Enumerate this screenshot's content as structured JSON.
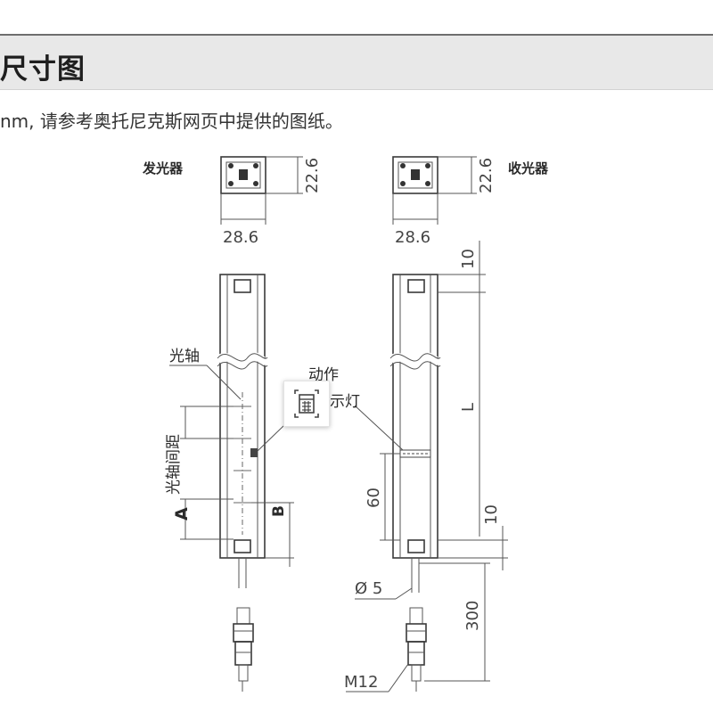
{
  "header": {
    "title": "尺寸图"
  },
  "note": "nm, 请参考奥托尼克斯网页中提供的图纸。",
  "emitter": {
    "label": "发光器",
    "width": "28.6",
    "height": "22.6"
  },
  "receiver": {
    "label": "收光器",
    "width": "28.6",
    "height": "22.6"
  },
  "labels": {
    "optical_axis": "光轴",
    "axis_pitch": "光轴间距",
    "a": "A",
    "b": "B",
    "indicator_1": "动作",
    "indicator_2": "示灯",
    "dim_10_top": "10",
    "dim_L": "L",
    "dim_60": "60",
    "dim_10_bottom": "10",
    "cable_dia": "Ø 5",
    "cable_len": "300",
    "connector": "M12"
  },
  "icons": {
    "floating": "calculator-icon"
  }
}
